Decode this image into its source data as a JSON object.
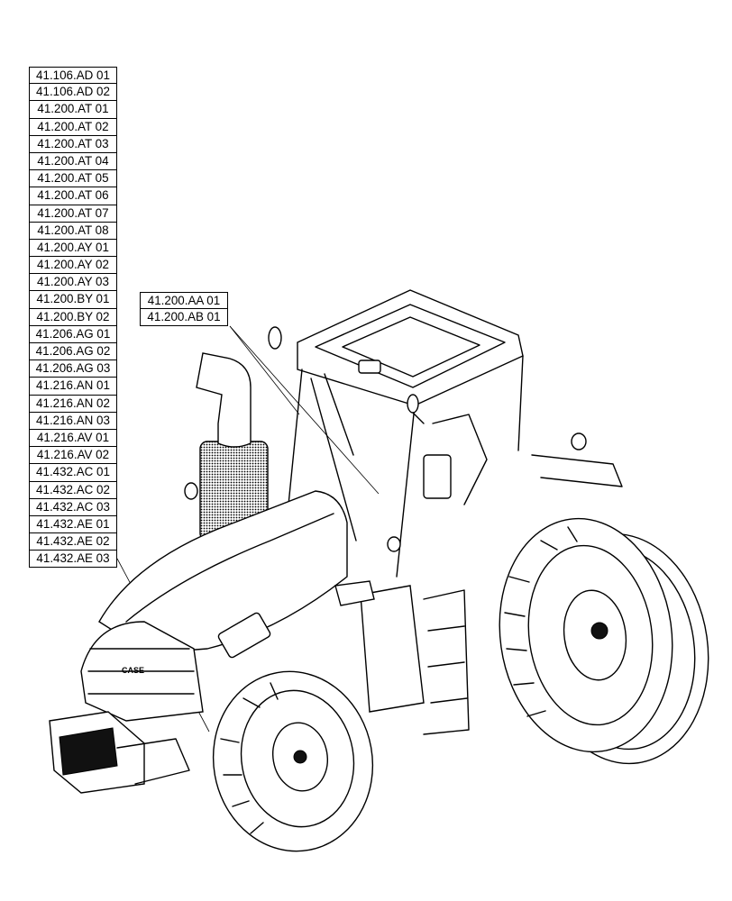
{
  "references_left": [
    "41.106.AD 01",
    "41.106.AD 02",
    "41.200.AT 01",
    "41.200.AT 02",
    "41.200.AT 03",
    "41.200.AT 04",
    "41.200.AT 05",
    "41.200.AT 06",
    "41.200.AT 07",
    "41.200.AT 08",
    "41.200.AY 01",
    "41.200.AY 02",
    "41.200.AY 03",
    "41.200.BY 01",
    "41.200.BY 02",
    "41.206.AG 01",
    "41.206.AG 02",
    "41.206.AG 03",
    "41.216.AN 01",
    "41.216.AN 02",
    "41.216.AN 03",
    "41.216.AV 01",
    "41.216.AV 02",
    "41.432.AC 01",
    "41.432.AC 02",
    "41.432.AC 03",
    "41.432.AE 01",
    "41.432.AE 02",
    "41.432.AE 03"
  ],
  "references_right": [
    "41.200.AA 01",
    "41.200.AB 01"
  ],
  "illustration": {
    "subject": "tractor-isometric-line-drawing",
    "logo_text": "CASE"
  }
}
